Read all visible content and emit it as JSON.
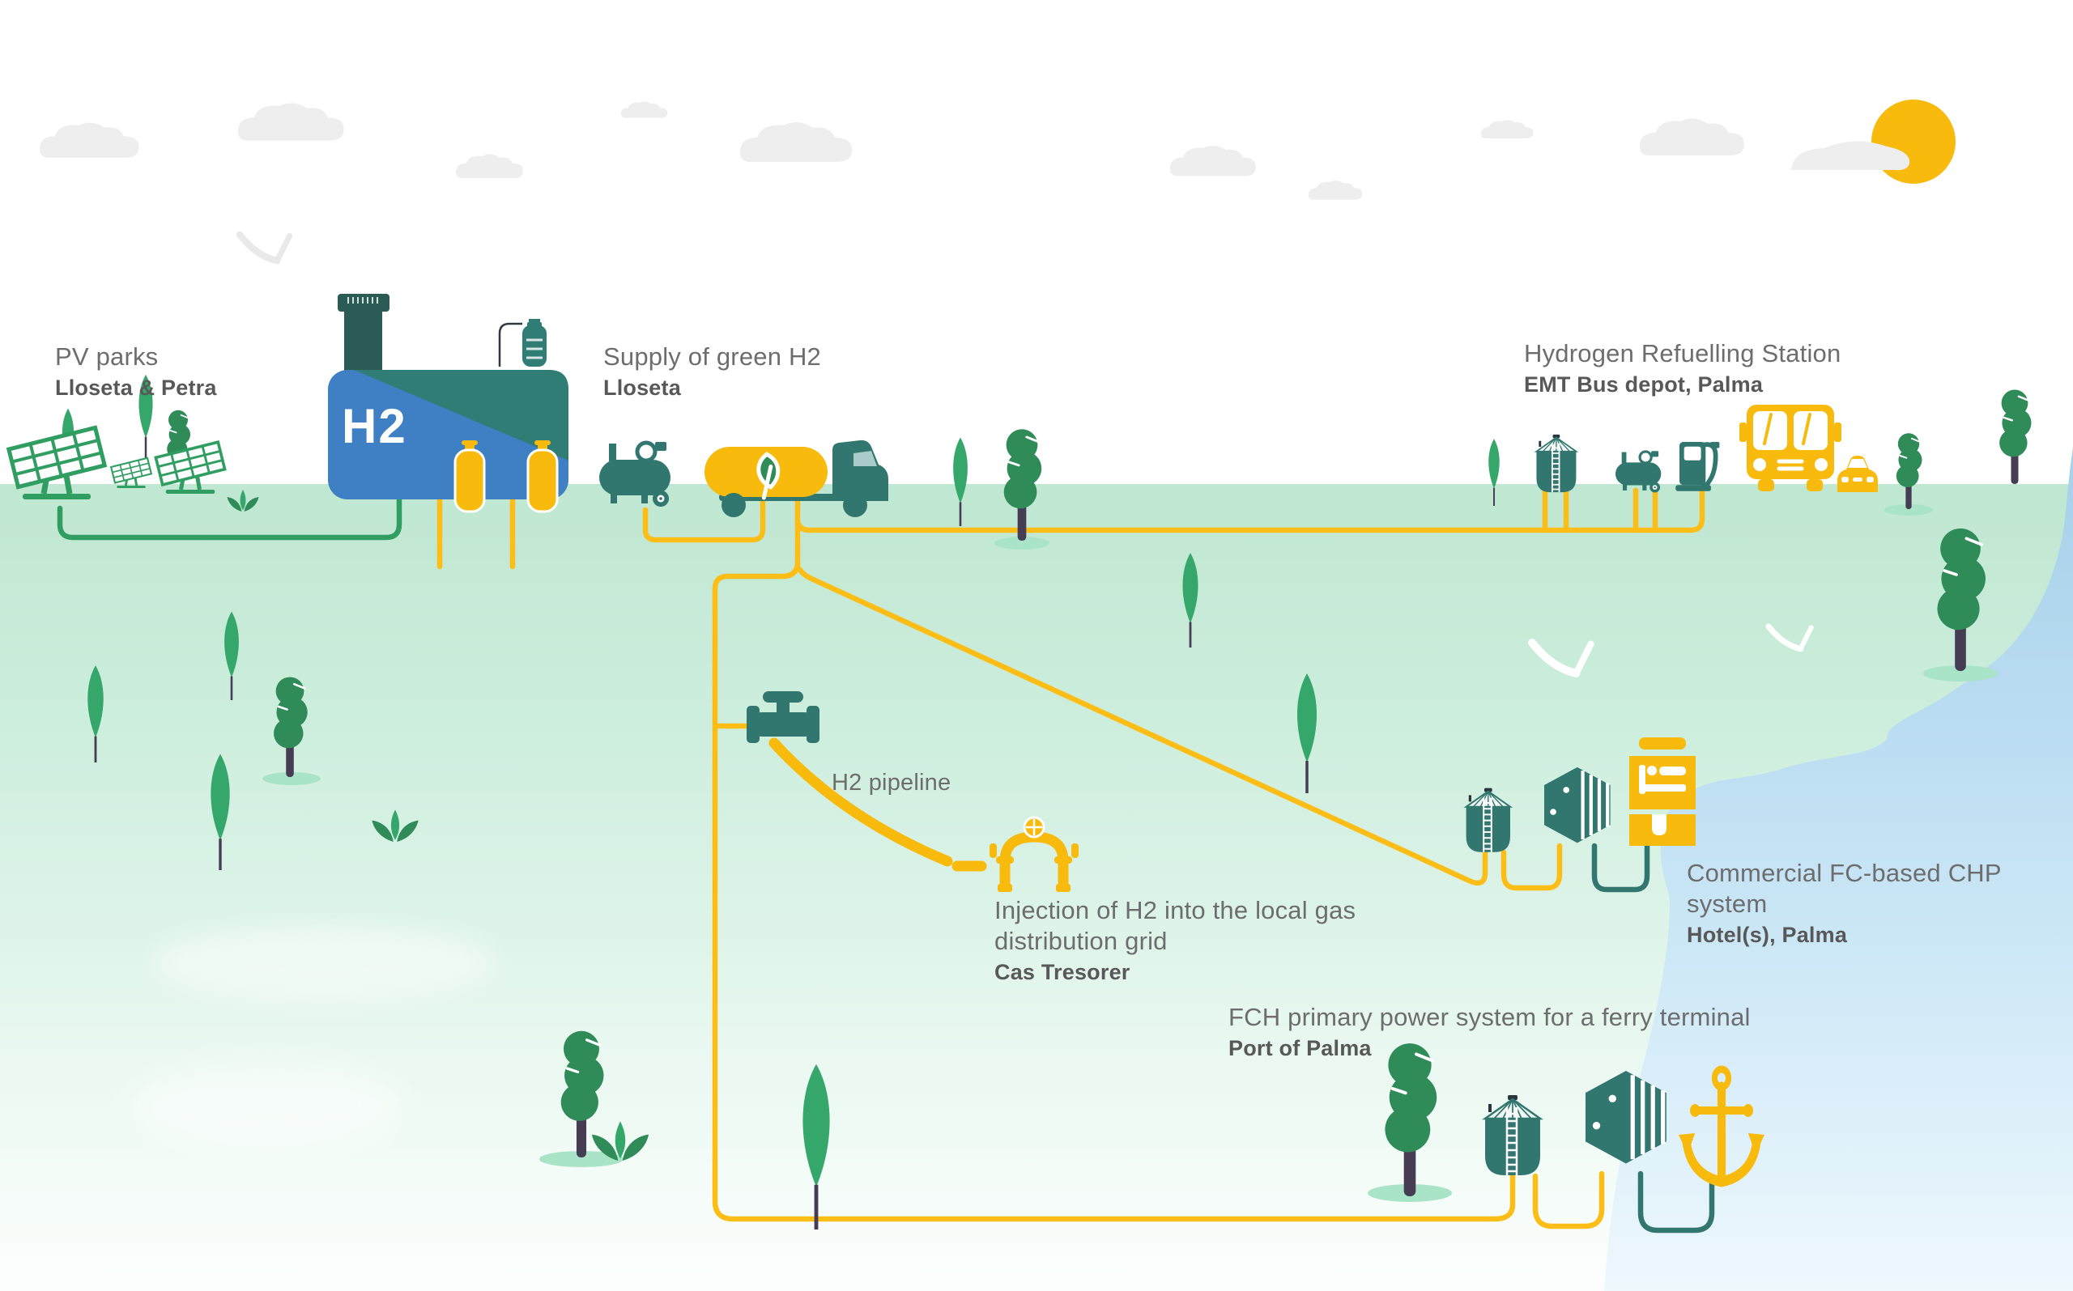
{
  "labels": {
    "pv_parks": {
      "title": "PV parks",
      "subtitle": "Lloseta & Petra"
    },
    "supply": {
      "title": "Supply of green H2",
      "subtitle": "Lloseta"
    },
    "refuelling": {
      "title": "Hydrogen Refuelling Station",
      "subtitle": "EMT Bus depot, Palma"
    },
    "pipeline": {
      "title": "H2 pipeline"
    },
    "injection": {
      "title": "Injection of H2 into the local gas distribution grid",
      "subtitle": "Cas Tresorer"
    },
    "chp": {
      "title": "Commercial FC-based CHP system",
      "subtitle": "Hotel(s), Palma"
    },
    "ferry": {
      "title": "FCH primary power system for a ferry terminal",
      "subtitle": "Port of Palma"
    }
  },
  "plant": {
    "h2_label": "H2"
  },
  "colors": {
    "teal_icon": "#31776f",
    "chimney_teal": "#2a5c55",
    "building_teal": "#2f7d75",
    "building_blue": "#3e80c3",
    "yellow": "#f8ba0d",
    "pipe_yellow": "#fcbd17",
    "pipe_green": "#2f9e60",
    "leaf_green": "#36a76a",
    "dark_leaf_green": "#2f8b57",
    "trunk": "#463c54",
    "tree_shadow": "#a9e4c8",
    "cloud": "#eeeeee",
    "ground_top": "#bfe7d1",
    "sea_top": "#a6cfea",
    "text_gray": "#6d6d6d"
  },
  "icons": [
    "solar-panel-icon",
    "h2-plant-icon",
    "chimney-icon",
    "gas-cylinder-icon",
    "compressor-icon",
    "tanker-truck-icon",
    "leaf-icon",
    "storage-tank-icon",
    "fuel-dispenser-icon",
    "bus-icon",
    "car-icon",
    "valve-icon",
    "injection-pipe-icon",
    "fuel-cell-icon",
    "hotel-icon",
    "anchor-icon",
    "tree-icon",
    "bush-icon",
    "cloud-icon",
    "sun-icon",
    "bird-icon"
  ]
}
